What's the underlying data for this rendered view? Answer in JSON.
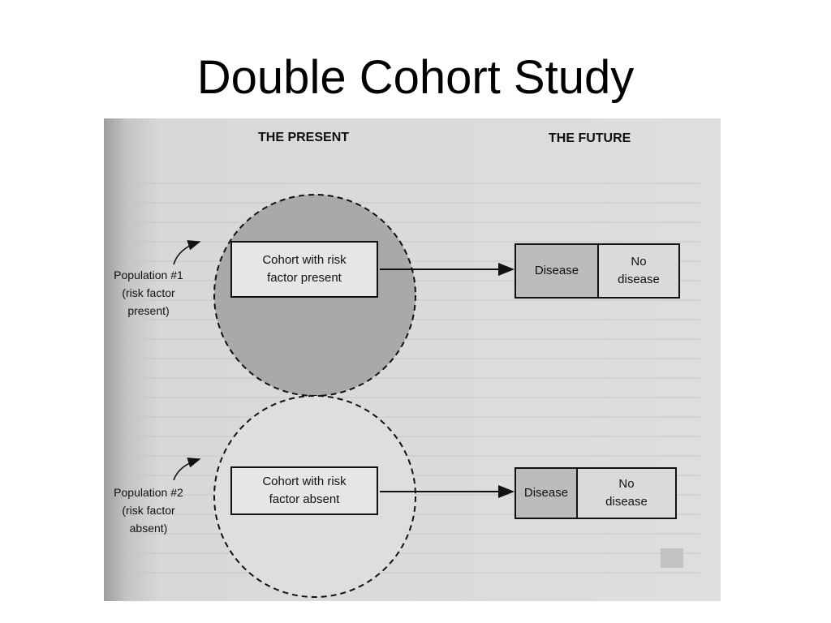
{
  "slide": {
    "title": "Double Cohort Study"
  },
  "figure": {
    "header_present": "THE PRESENT",
    "header_future": "THE FUTURE",
    "population_1": {
      "line1": "Population #1",
      "line2": "(risk factor",
      "line3": "present)"
    },
    "population_2": {
      "line1": "Population #2",
      "line2": "(risk factor",
      "line3": "absent)"
    },
    "cohort_1": {
      "line1": "Cohort with risk",
      "line2": "factor present"
    },
    "cohort_2": {
      "line1": "Cohort with risk",
      "line2": "factor absent"
    },
    "outcome_1": {
      "disease": "Disease",
      "no_disease_line1": "No",
      "no_disease_line2": "disease"
    },
    "outcome_2": {
      "disease": "Disease",
      "no_disease_line1": "No",
      "no_disease_line2": "disease"
    }
  },
  "colors": {
    "circle_present_fill": "#a9a9a9",
    "circle_absent_fill": "#dedede",
    "shaded_disease_fill": "#bcbcbc",
    "ink": "#111111"
  }
}
